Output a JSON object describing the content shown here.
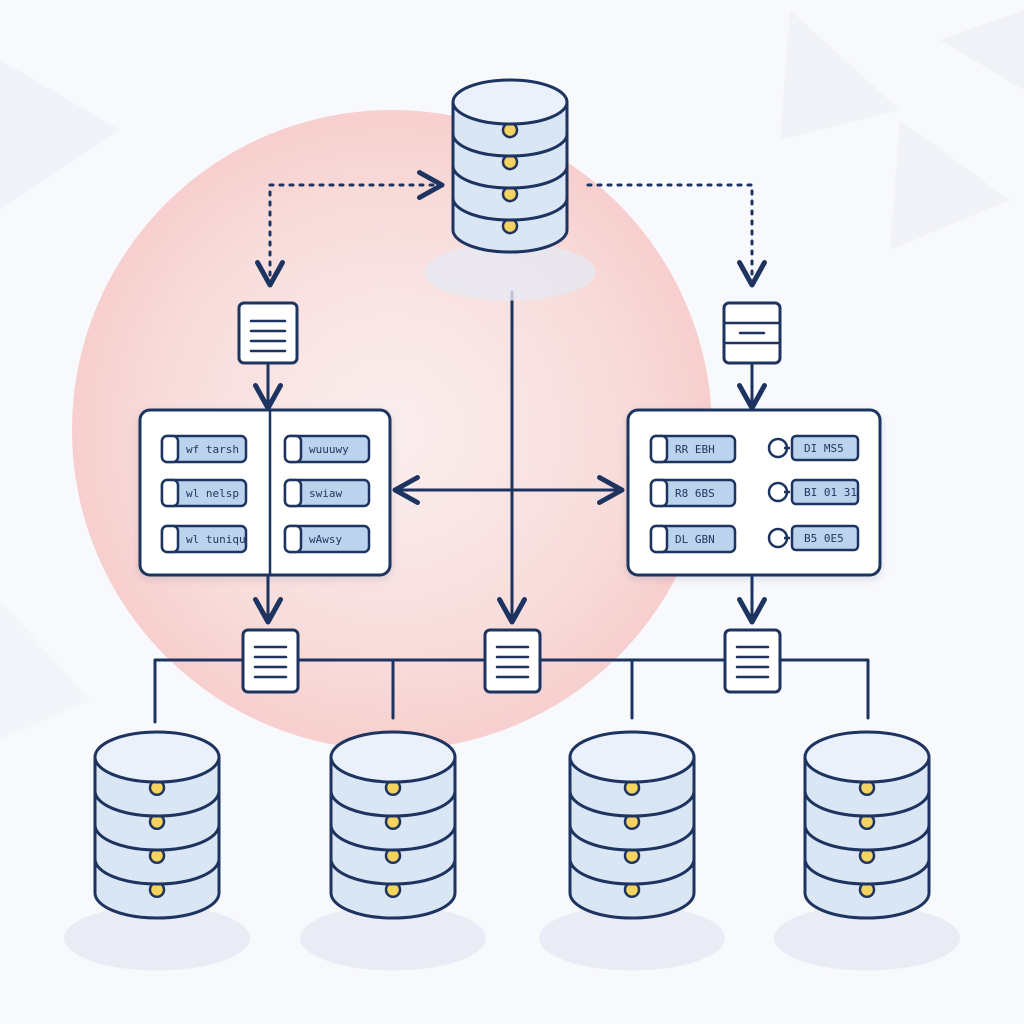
{
  "colors": {
    "stroke": "#1d3461",
    "cylinder_fill": "#dbe6f4",
    "cylinder_top": "#eaf1fa",
    "led": "#f4d35e",
    "tag_fill": "#bcd3ee",
    "panel_fill": "#ffffff",
    "glow": "#f7c9c9"
  },
  "left_panel": {
    "tags": [
      "wf tarsh",
      "wl nelsp",
      "wl tuniqu",
      "wuuuwy",
      "swiaw",
      "wAwsy"
    ]
  },
  "right_panel": {
    "tags": [
      "RR EBH",
      "R8 6BS",
      "DL GBN",
      "DI MS5",
      "BI 01 31",
      "B5 0E5"
    ]
  }
}
